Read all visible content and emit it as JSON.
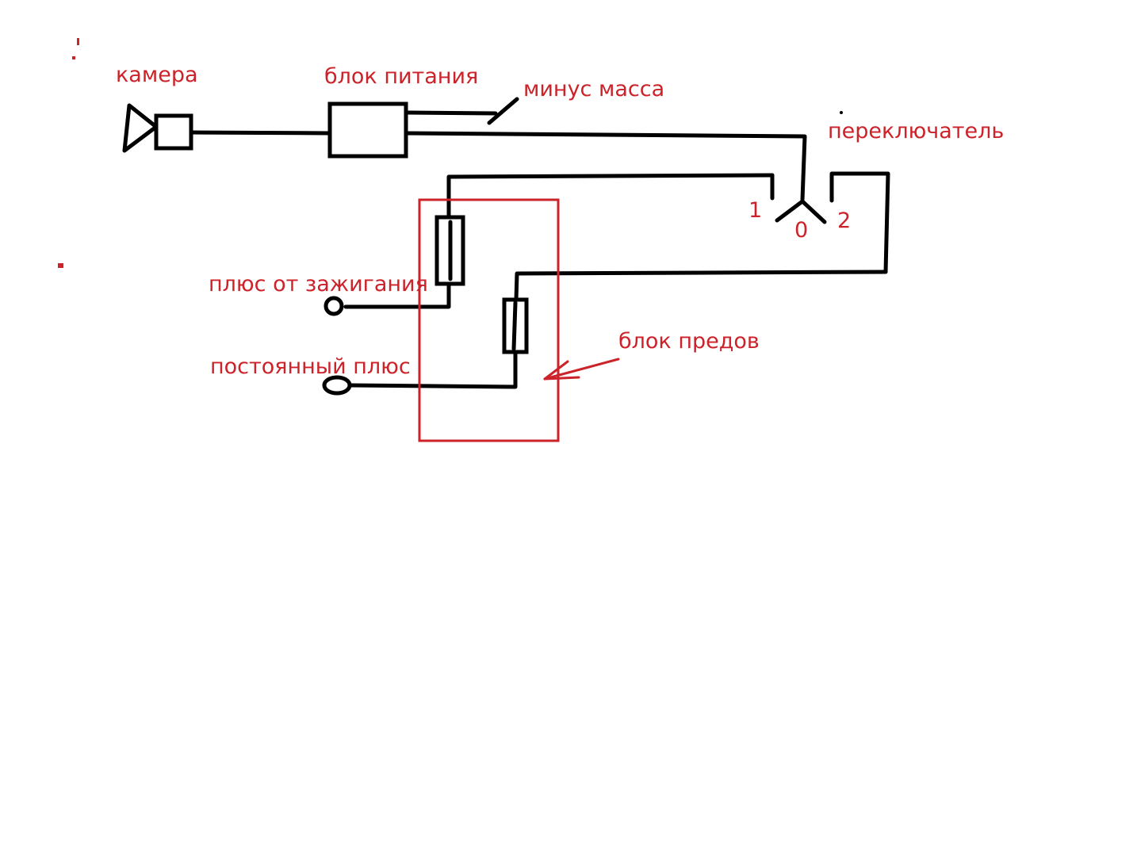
{
  "labels": {
    "camera": "камера",
    "power_supply": "блок питания",
    "minus_ground": "минус  масса",
    "switch": "переключатель",
    "pos_1": "1",
    "pos_0": "0",
    "pos_2": "2",
    "ignition_plus": "плюс от зажигания",
    "constant_plus": "постоянный плюс",
    "fuse_block": "блок предов"
  },
  "colors": {
    "wire": "#000000",
    "annotation": "#cc2229"
  }
}
